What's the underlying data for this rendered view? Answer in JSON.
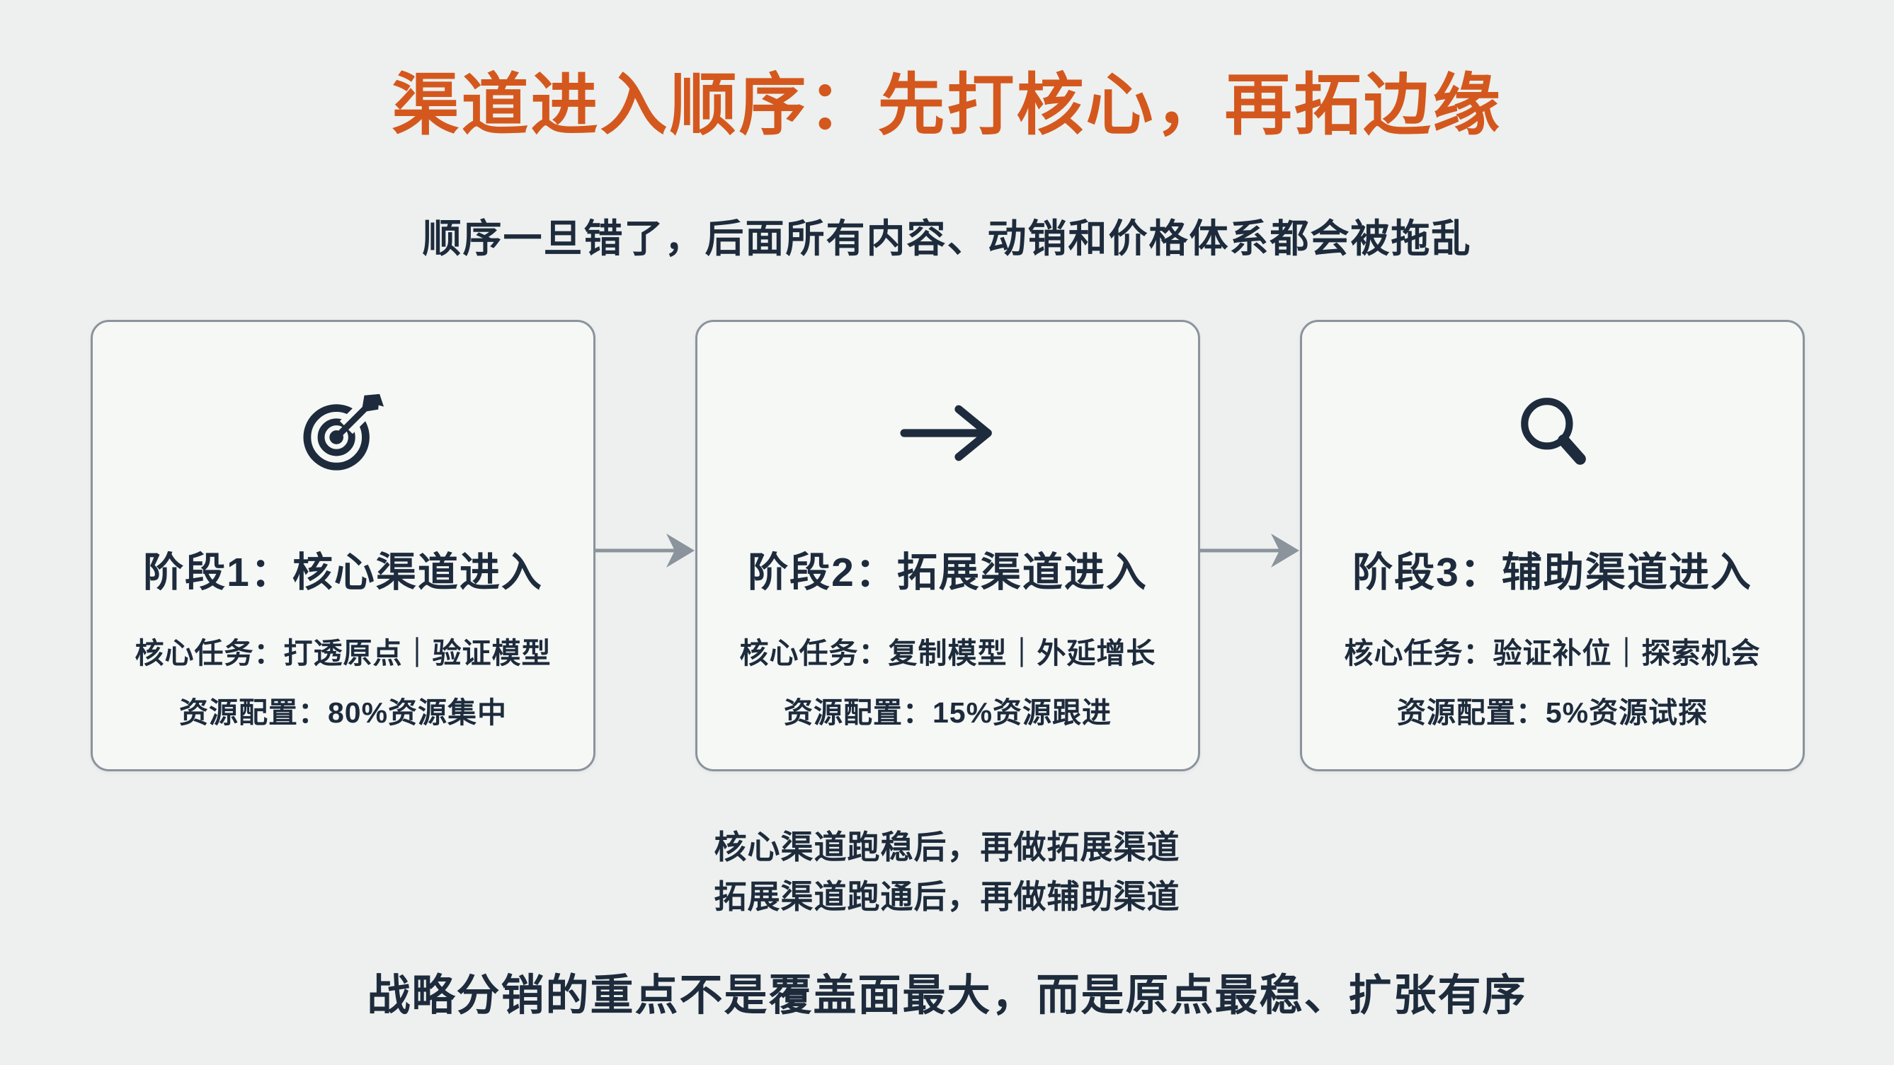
{
  "title": "渠道进入顺序：先打核心，再拓边缘",
  "subtitle": "顺序一旦错了，后面所有内容、动销和价格体系都会被拖乱",
  "stages": [
    {
      "icon": "target-icon",
      "title": "阶段1：核心渠道进入",
      "task": "核心任务：打透原点｜验证模型",
      "resource": "资源配置：80%资源集中"
    },
    {
      "icon": "arrow-right-icon",
      "title": "阶段2：拓展渠道进入",
      "task": "核心任务：复制模型｜外延增长",
      "resource": "资源配置：15%资源跟进"
    },
    {
      "icon": "search-icon",
      "title": "阶段3：辅助渠道进入",
      "task": "核心任务：验证补位｜探索机会",
      "resource": "资源配置：5%资源试探"
    }
  ],
  "notes": [
    "核心渠道跑稳后，再做拓展渠道",
    "拓展渠道跑通后，再做辅助渠道"
  ],
  "footer": "战略分销的重点不是覆盖面最大，而是原点最稳、扩张有序",
  "colors": {
    "accent": "#d4581e",
    "ink": "#1d2b3c",
    "bg": "#edf0ee",
    "card": "#f6f8f6",
    "line": "#8b939c"
  }
}
